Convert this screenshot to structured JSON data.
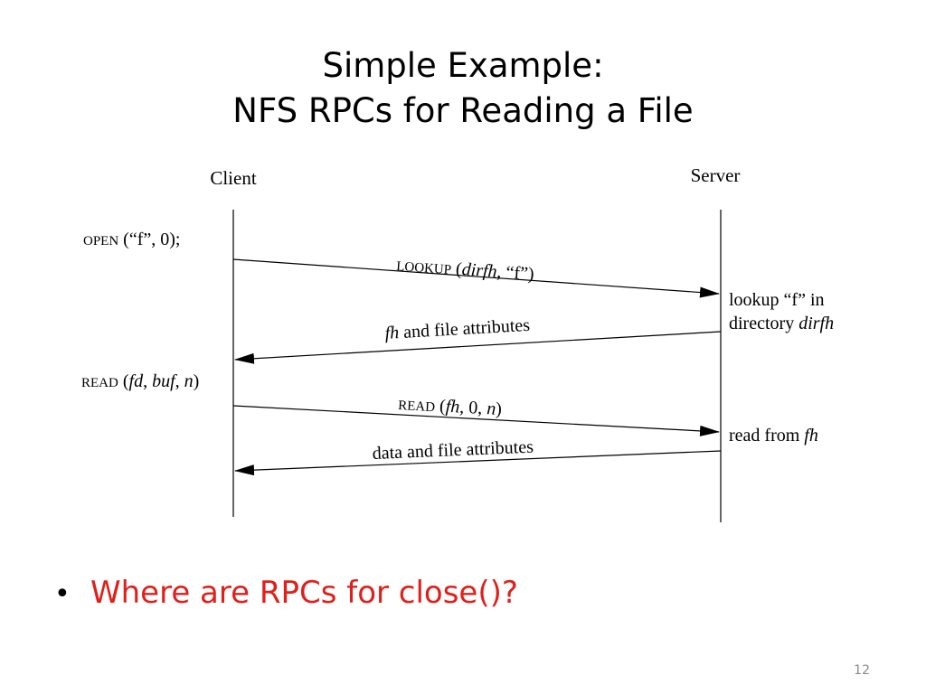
{
  "slide": {
    "title_line1": "Simple Example:",
    "title_line2": "NFS RPCs for Reading a File",
    "slide_number": "12"
  },
  "diagram": {
    "client_label": "Client",
    "server_label": "Server",
    "client_calls": {
      "open": {
        "name": "OPEN",
        "args": "(“f”, 0);"
      },
      "read": {
        "name": "READ",
        "args_open": "(",
        "arg_fd": "fd",
        "sep1": ", ",
        "arg_buf": "buf",
        "sep2": ", ",
        "arg_n": "n",
        "args_close": ")"
      }
    },
    "messages": {
      "lookup": {
        "name": "LOOKUP",
        "open": "(",
        "arg1": "dirfh",
        "rest": ", “f”)"
      },
      "lookup_reply": {
        "arg1": "fh",
        "rest": " and file attributes"
      },
      "read": {
        "name": "READ",
        "open": "(",
        "arg1": "fh",
        "mid": ", 0, ",
        "arg2": "n",
        "close": ")"
      },
      "read_reply": {
        "text": "data and file attributes"
      }
    },
    "server_actions": {
      "lookup_line1": "lookup “f” in",
      "lookup_line2_text": "directory ",
      "lookup_line2_arg": "dirfh",
      "read_text": "read from ",
      "read_arg": "fh"
    }
  },
  "bullets": [
    {
      "text": "Where are RPCs for close()?"
    }
  ],
  "colors": {
    "bullet_text": "#e0201b",
    "slide_number": "#8a8a8a"
  }
}
